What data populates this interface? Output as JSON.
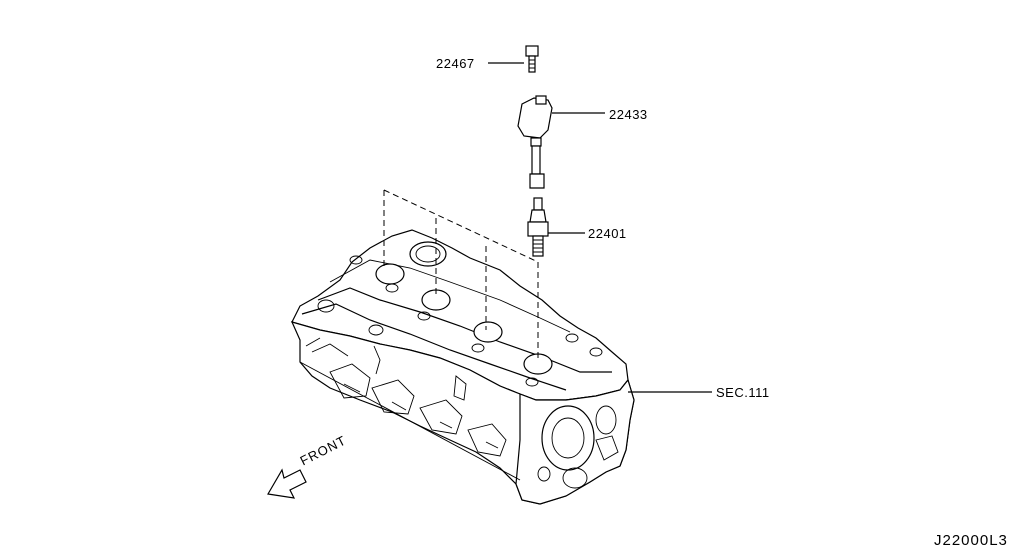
{
  "diagram": {
    "parts": [
      {
        "number": "22467",
        "label": "22467"
      },
      {
        "number": "22433",
        "label": "22433"
      },
      {
        "number": "22401",
        "label": "22401"
      },
      {
        "number": "SEC.111",
        "label": "SEC.111"
      }
    ],
    "direction_label": "FRONT",
    "diagram_code": "J22000L3"
  }
}
